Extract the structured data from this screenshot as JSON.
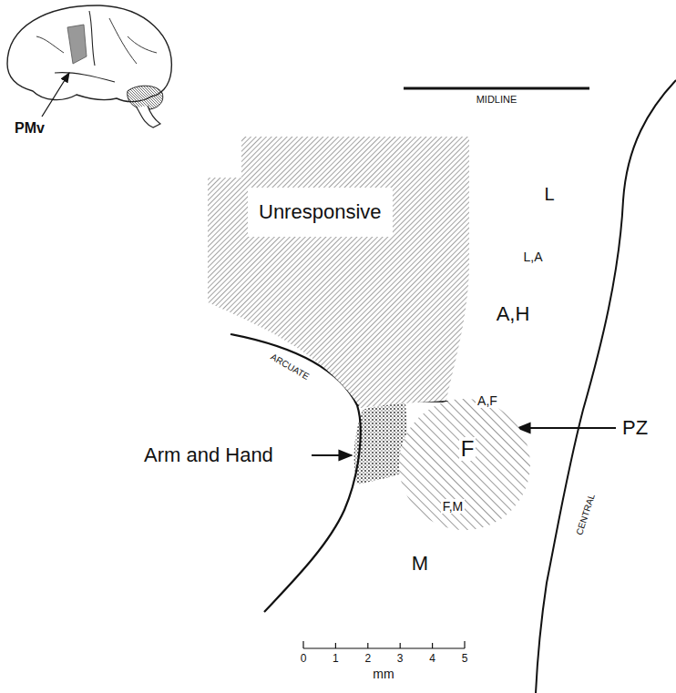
{
  "diagram": {
    "nodes": [
      {
        "text": [
          "Unresponsive"
        ]
      },
      {
        "text": [
          "A,F",
          "F",
          "F,M"
        ]
      }
    ],
    "labels": [
      "PMv",
      "MIDLINE",
      "L",
      "L,A",
      "A,H",
      "ARCUATE",
      "Arm and Hand",
      "PZ",
      "CENTRAL",
      "M",
      "0",
      "1",
      "2",
      "3",
      "4",
      "5",
      "mm"
    ]
  }
}
